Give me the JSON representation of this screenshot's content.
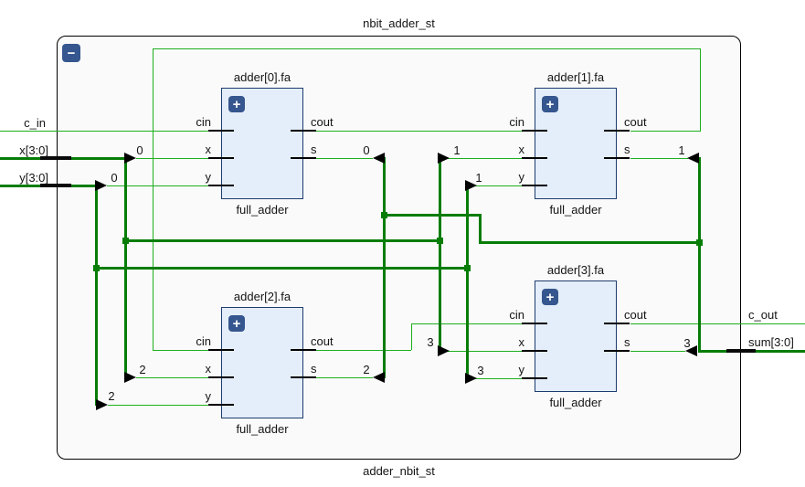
{
  "ui": {
    "title": "nbit_adder_st",
    "instance_name": "adder_nbit_st",
    "collapse_glyph": "−",
    "expand_glyph": "+"
  },
  "colors": {
    "wire_thin": "#1faf1f",
    "wire_thick": "#077d07",
    "block_fill": "#e4eefa",
    "block_border": "#1d3c6e",
    "button_bg": "#35568e",
    "frame_bg": "#fafafa"
  },
  "ports": {
    "c_in": "c_in",
    "x_bus": "x[3:0]",
    "y_bus": "y[3:0]",
    "c_out": "c_out",
    "sum_bus": "sum[3:0]"
  },
  "pin_labels": {
    "cin": "cin",
    "x": "x",
    "y": "y",
    "cout": "cout",
    "s": "s"
  },
  "blocks": [
    {
      "name": "adder[0].fa",
      "type": "full_adder"
    },
    {
      "name": "adder[1].fa",
      "type": "full_adder"
    },
    {
      "name": "adder[2].fa",
      "type": "full_adder"
    },
    {
      "name": "adder[3].fa",
      "type": "full_adder"
    }
  ],
  "bits": [
    "0",
    "1",
    "2",
    "3"
  ]
}
